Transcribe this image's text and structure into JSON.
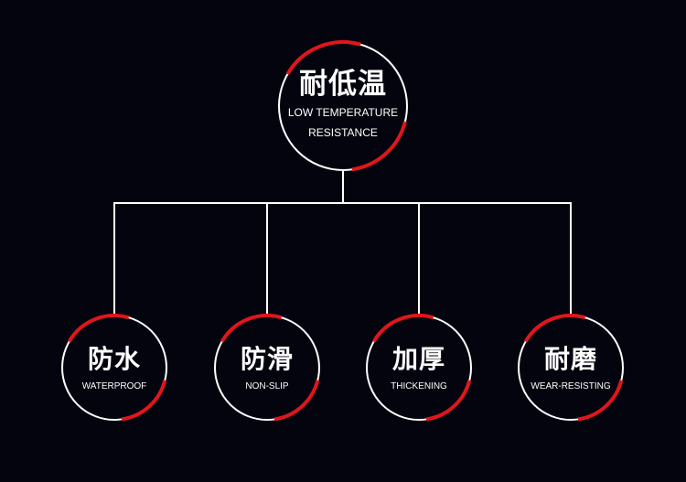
{
  "colors": {
    "background": "#04040f",
    "line": "#ffffff",
    "accent": "#e0161b"
  },
  "root": {
    "title": "耐低温",
    "subtitle_line1": "LOW TEMPERATURE",
    "subtitle_line2": "RESISTANCE"
  },
  "children": [
    {
      "title": "防水",
      "subtitle": "WATERPROOF"
    },
    {
      "title": "防滑",
      "subtitle": "NON-SLIP"
    },
    {
      "title": "加厚",
      "subtitle": "THICKENING"
    },
    {
      "title": "耐磨",
      "subtitle": "WEAR-RESISTING"
    }
  ]
}
